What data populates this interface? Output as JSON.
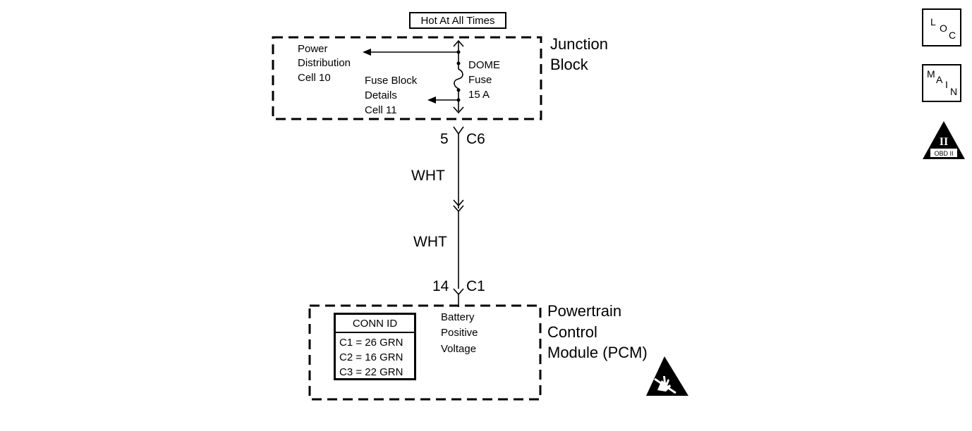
{
  "top_label": "Hot At All Times",
  "junction_block": {
    "title_lines": [
      "Junction",
      "Block"
    ],
    "left_labels": {
      "power_distribution": [
        "Power",
        "Distribution",
        "Cell 10"
      ],
      "fuse_block": [
        "Fuse Block",
        "Details",
        "Cell 11"
      ]
    },
    "fuse": [
      "DOME",
      "Fuse",
      "15 A"
    ]
  },
  "connector_top": {
    "pin": "5",
    "name": "C6"
  },
  "wire_labels": [
    "WHT",
    "WHT"
  ],
  "connector_bottom": {
    "pin": "14",
    "name": "C1"
  },
  "pcm": {
    "title_lines": [
      "Powertrain",
      "Control",
      "Module (PCM)"
    ],
    "circuit_label": [
      "Battery",
      "Positive",
      "Voltage"
    ]
  },
  "conn_id": {
    "header": "CONN ID",
    "rows": [
      "C1 = 26 GRN",
      "C2 = 16 GRN",
      "C3 = 22 GRN"
    ]
  },
  "side_icons": {
    "loc": {
      "icon": "loc-icon",
      "letters": [
        "L",
        "O",
        "C"
      ]
    },
    "main": {
      "icon": "main-icon",
      "letters": [
        "M",
        "A",
        "I",
        "N"
      ]
    },
    "obd": {
      "icon": "obd-ii-icon",
      "numeral": "II",
      "text": "OBD II"
    }
  },
  "esd_icon": "esd-sensitive-icon",
  "colors": {
    "ink": "#000000",
    "background": "#ffffff"
  }
}
